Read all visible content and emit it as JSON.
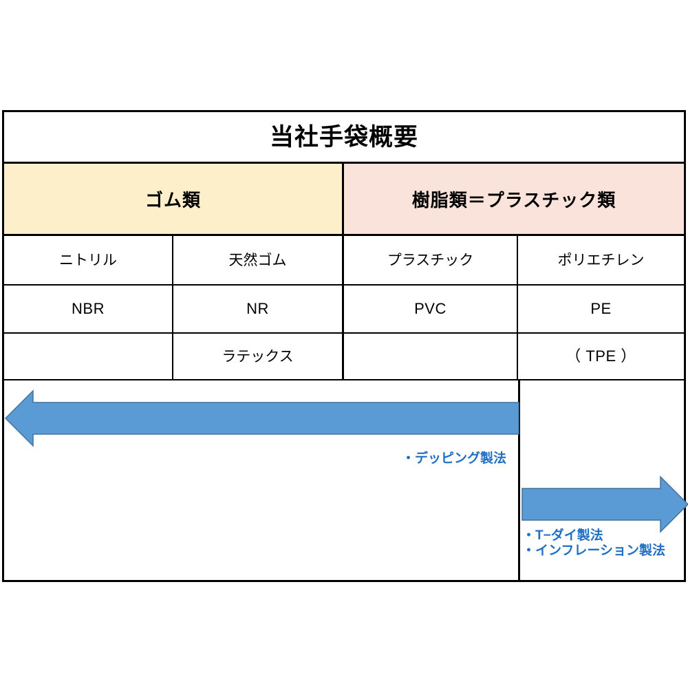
{
  "diagram": {
    "title": "当社手袋概要",
    "categories": [
      {
        "label": "ゴム類",
        "color": "#FDEFC9"
      },
      {
        "label": "樹脂類＝プラスチック類",
        "color": "#FAE3DA"
      }
    ],
    "rows": [
      {
        "cells": [
          "ニトリル",
          "天然ゴム",
          "プラスチック",
          "ポリエチレン"
        ]
      },
      {
        "cells": [
          "NBR",
          "NR",
          "PVC",
          "PE"
        ]
      },
      {
        "cells": [
          "",
          "ラテックス",
          "",
          "（ TPE ）"
        ]
      }
    ],
    "arrows": [
      {
        "name": "dipping-arrow",
        "direction": "left",
        "color": "#5B9BD5",
        "stroke": "#41719C",
        "label": "・デッピング製法"
      },
      {
        "name": "extrusion-arrow",
        "direction": "right",
        "color": "#5B9BD5",
        "stroke": "#41719C",
        "labels": [
          "・T−ダイ製法",
          "・インフレーション製法"
        ]
      }
    ],
    "label_color": "#1F6FC4",
    "border_color": "#000000"
  }
}
